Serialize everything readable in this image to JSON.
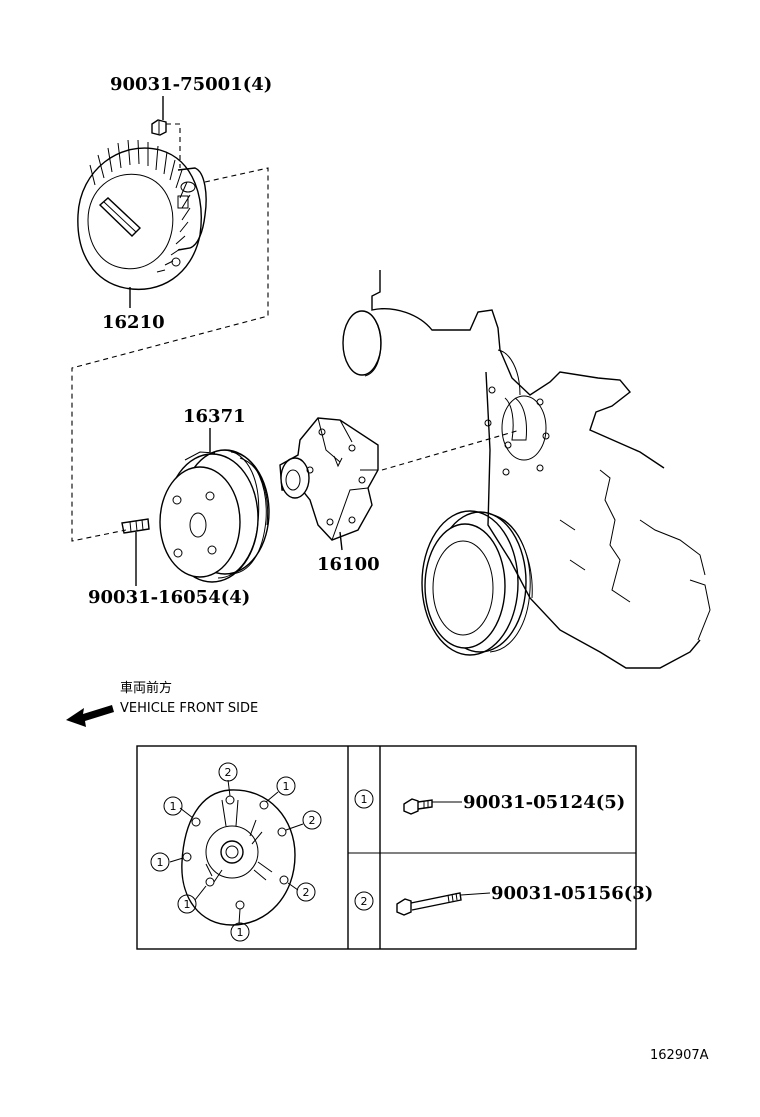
{
  "labels": {
    "fan_clutch_nut": "90031-75001(4)",
    "fan_clutch": "16210",
    "pulley": "16371",
    "stud": "90031-16054(4)",
    "water_pump": "16100"
  },
  "direction": {
    "japanese": "車両前方",
    "english": "VEHICLE FRONT SIDE"
  },
  "bolt_table": {
    "rows": [
      {
        "callout": "1",
        "part": "90031-05124(5)"
      },
      {
        "callout": "2",
        "part": "90031-05156(3)"
      }
    ],
    "detail_callouts": [
      "2",
      "1",
      "2",
      "1",
      "1",
      "2",
      "1",
      "1"
    ]
  },
  "figure_id": "162907A"
}
